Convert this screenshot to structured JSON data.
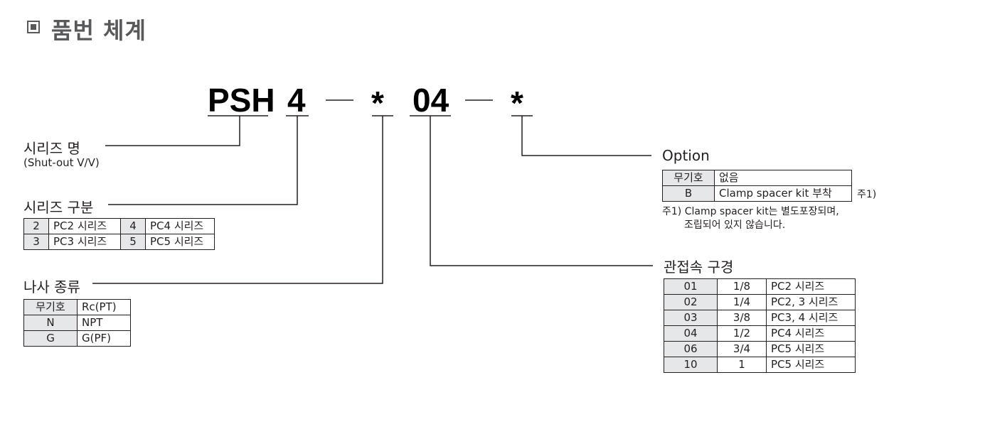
{
  "title": "품번 체계",
  "code": {
    "series": "PSH",
    "type": "4",
    "dash": "—",
    "thread": "*",
    "size": "04",
    "option": "*"
  },
  "series_name": {
    "label": "시리즈 명",
    "sub": "(Shut-out V/V)"
  },
  "series_class": {
    "label": "시리즈 구분",
    "rows": [
      [
        "2",
        "PC2 시리즈",
        "4",
        "PC4 시리즈"
      ],
      [
        "3",
        "PC3 시리즈",
        "5",
        "PC5 시리즈"
      ]
    ]
  },
  "thread_type": {
    "label": "나사 종류",
    "rows": [
      [
        "무기호",
        "Rc(PT)"
      ],
      [
        "N",
        "NPT"
      ],
      [
        "G",
        "G(PF)"
      ]
    ]
  },
  "option": {
    "label": "Option",
    "rows": [
      [
        "무기호",
        "없음"
      ],
      [
        "B",
        "Clamp spacer kit 부착"
      ]
    ],
    "ref": "주1)",
    "note_line1": "주1) Clamp spacer kit는 별도포장되며,",
    "note_line2": "조립되어 있지 않습니다."
  },
  "port_size": {
    "label": "관접속 구경",
    "rows": [
      [
        "01",
        "1/8",
        "PC2 시리즈"
      ],
      [
        "02",
        "1/4",
        "PC2, 3 시리즈"
      ],
      [
        "03",
        "3/8",
        "PC3, 4 시리즈"
      ],
      [
        "04",
        "1/2",
        "PC4 시리즈"
      ],
      [
        "06",
        "3/4",
        "PC5 시리즈"
      ],
      [
        "10",
        "1",
        "PC5 시리즈"
      ]
    ]
  }
}
